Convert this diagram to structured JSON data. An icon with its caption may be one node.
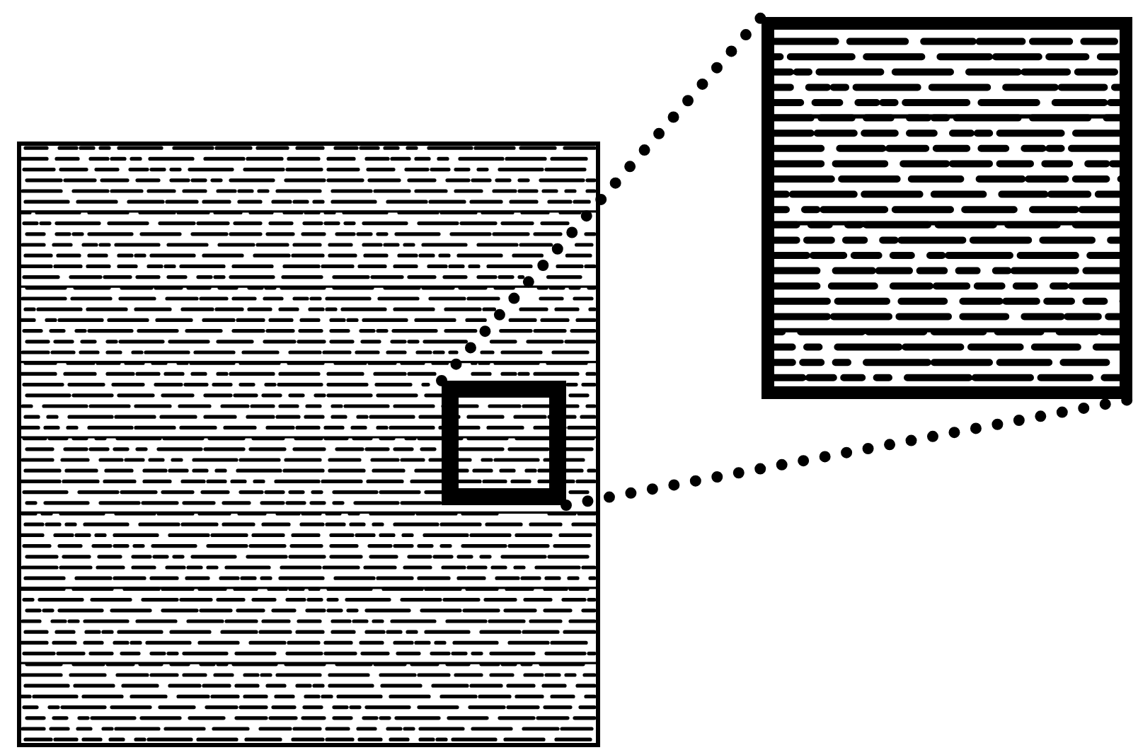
{
  "diagram": {
    "nodes": [
      {
        "text": [],
        "shape": "picture"
      },
      {
        "text": [],
        "shape": "box",
        "in": 0
      },
      {
        "text": [],
        "shape": "picture"
      }
    ],
    "edges": [
      {
        "from": 1,
        "to": 2,
        "arrow": "none",
        "style": "dashed"
      },
      {
        "from": 1,
        "to": 2,
        "arrow": "none",
        "style": "dashed"
      }
    ]
  }
}
